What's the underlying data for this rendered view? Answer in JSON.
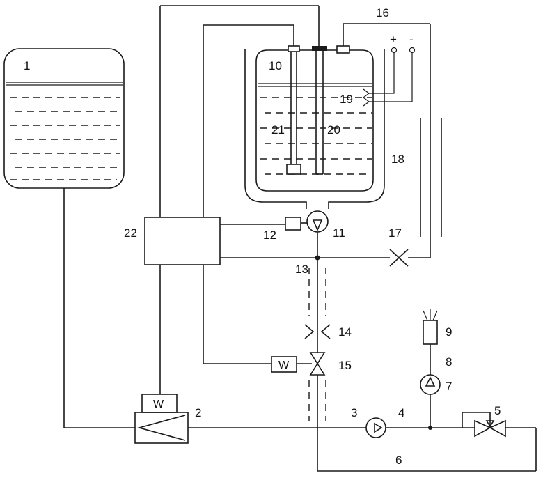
{
  "labels": {
    "n1": "1",
    "n2": "2",
    "n3": "3",
    "n4": "4",
    "n5": "5",
    "n6": "6",
    "n7": "7",
    "n8": "8",
    "n9": "9",
    "n10": "10",
    "n11": "11",
    "n12": "12",
    "n13": "13",
    "n14": "14",
    "n15": "15",
    "n16": "16",
    "n17": "17",
    "n18": "18",
    "n19": "19",
    "n20": "20",
    "n21": "21",
    "n22": "22"
  },
  "symbols": {
    "plus": "+",
    "minus": "-",
    "solenoid_w": "W"
  },
  "colors": {
    "line": "#1a1a1a",
    "background": "#ffffff"
  }
}
